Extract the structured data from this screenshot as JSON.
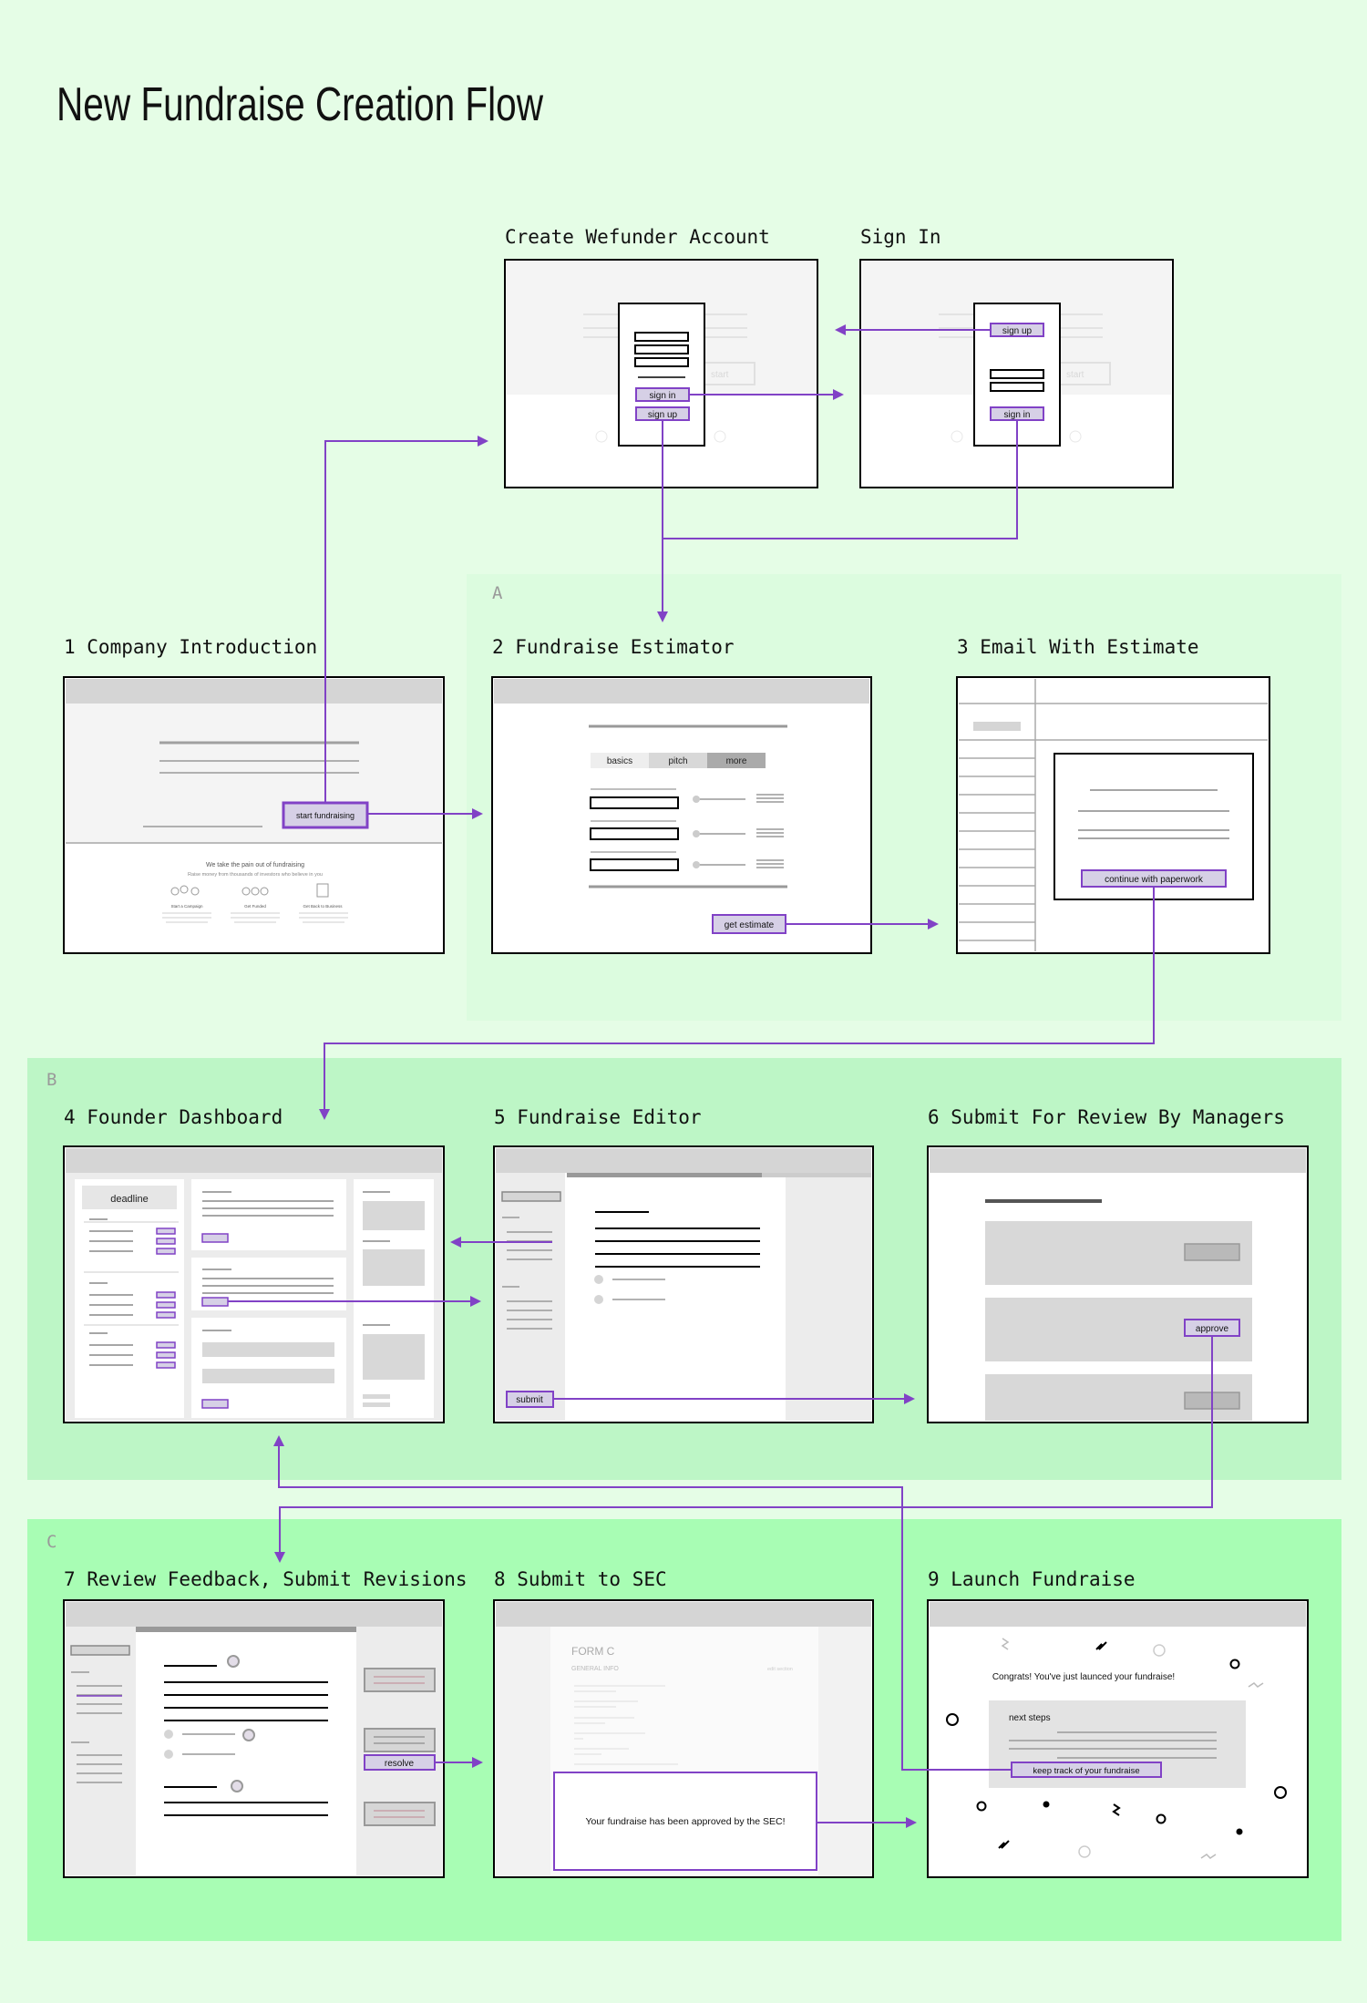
{
  "page": {
    "title": "New Fundraise Creation Flow"
  },
  "sections": [
    {
      "letter": "A"
    },
    {
      "letter": "B"
    },
    {
      "letter": "C"
    }
  ],
  "screens": {
    "create_account": "Create Wefunder Account",
    "sign_in": "Sign In",
    "s1": "1 Company Introduction",
    "s2": "2 Fundraise Estimator",
    "s3": "3 Email With Estimate",
    "s4": "4 Founder Dashboard",
    "s5": "5 Fundraise Editor",
    "s6": "6 Submit For Review By Managers",
    "s7": "7 Review Feedback, Submit Revisions",
    "s8": "8 Submit to SEC",
    "s9": "9 Launch Fundraise"
  },
  "ui": {
    "sign_in": "sign in",
    "sign_up": "sign up",
    "start": "start",
    "start_fundraising": "start fundraising",
    "pain_heading": "We take the pain out of fundraising",
    "pain_sub": "Raise money from thousands of investors who believe in you",
    "col1": "Start a Campaign",
    "col2": "Get Funded",
    "col3": "Get Back to Business",
    "tab_basics": "basics",
    "tab_pitch": "pitch",
    "tab_more": "more",
    "get_estimate": "get estimate",
    "continue_paperwork": "continue with paperwork",
    "deadline": "deadline",
    "submit": "submit",
    "approve": "approve",
    "resolve": "resolve",
    "form_c": "FORM C",
    "general_info": "GENERAL INFO",
    "edit_section": "edit section",
    "sec_approved": "Your fundraise has been approved by the SEC!",
    "congrats": "Congrats! You've just launced your fundraise!",
    "next_steps": "next steps",
    "keep_track": "keep track of your fundraise"
  },
  "colors": {
    "background": "#e5fde6",
    "zone_a": "#dcfcdf",
    "zone_b": "#bdf6c6",
    "zone_c": "#a8fdb4",
    "accent": "#8142c6",
    "highlight": "#d6d0e6",
    "frame": "#000000"
  }
}
